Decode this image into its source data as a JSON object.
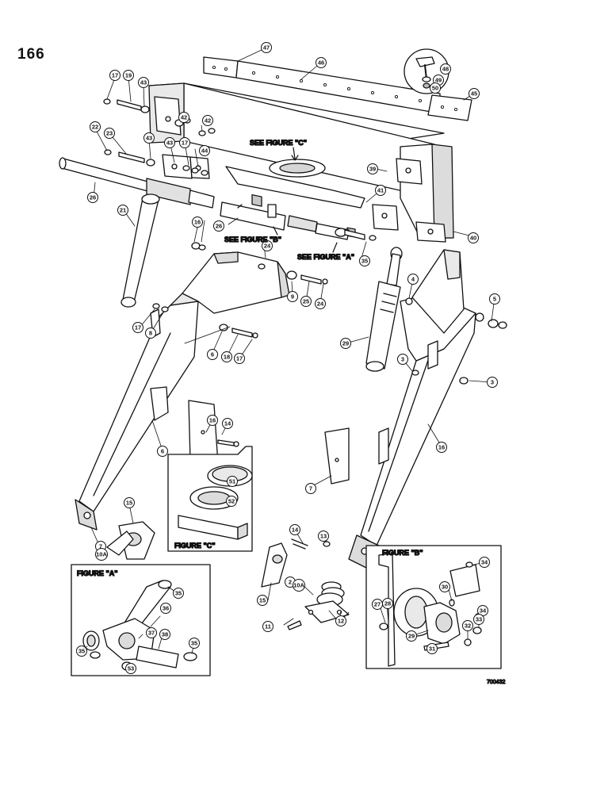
{
  "page_number": "166",
  "drawing_number": "700432",
  "figure_refs": {
    "c": "SEE FIGURE \"C\"",
    "b": "SEE FIGURE \"B\"",
    "a": "SEE FIGURE \"A\""
  },
  "figure_titles": {
    "a": "FIGURE \"A\"",
    "b": "FIGURE \"B\"",
    "c": "FIGURE \"C\""
  },
  "callouts": [
    "47",
    "46",
    "48",
    "49",
    "50",
    "45",
    "17",
    "19",
    "43",
    "22",
    "23",
    "43",
    "42",
    "42",
    "43",
    "17",
    "44",
    "39",
    "41",
    "26",
    "21",
    "16",
    "26",
    "24",
    "35",
    "40",
    "4",
    "5",
    "9",
    "25",
    "24",
    "17",
    "8",
    "6",
    "18",
    "17",
    "29",
    "3",
    "3",
    "16",
    "14",
    "6",
    "16",
    "7",
    "51",
    "52",
    "15",
    "7",
    "10A",
    "14",
    "13",
    "15",
    "2",
    "10A",
    "11",
    "12",
    "35",
    "36",
    "37",
    "38",
    "35",
    "35",
    "53",
    "34",
    "30",
    "28",
    "27",
    "34",
    "29",
    "32",
    "33",
    "31"
  ]
}
